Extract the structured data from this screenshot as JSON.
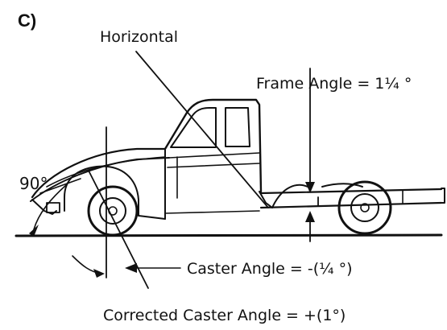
{
  "figure": {
    "panel_label": "C)",
    "horizontal_label": "Horizontal",
    "frame_angle_label": "Frame Angle = 1¼ °",
    "right_angle_label": "90°",
    "caster_angle_label": "Caster Angle = -(¼ °)",
    "corrected_caster_label": "Corrected Caster Angle = +(1°)"
  }
}
